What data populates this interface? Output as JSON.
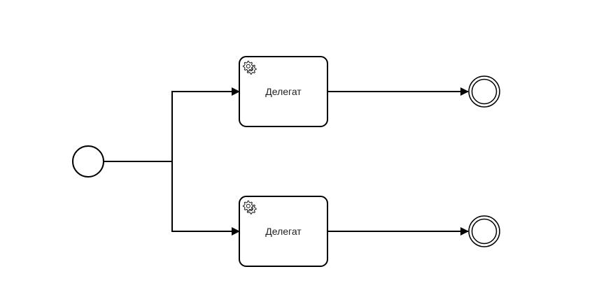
{
  "diagram": {
    "type": "bpmn-process",
    "colors": {
      "stroke": "#000000",
      "fill": "#ffffff",
      "text": "#222222"
    },
    "start_event": {
      "label": ""
    },
    "tasks": [
      {
        "label": "Делегат",
        "icon": "gear-icon",
        "kind": "service-task"
      },
      {
        "label": "Делегат",
        "icon": "gear-icon",
        "kind": "service-task"
      }
    ],
    "end_events": [
      {
        "label": ""
      },
      {
        "label": ""
      }
    ]
  }
}
